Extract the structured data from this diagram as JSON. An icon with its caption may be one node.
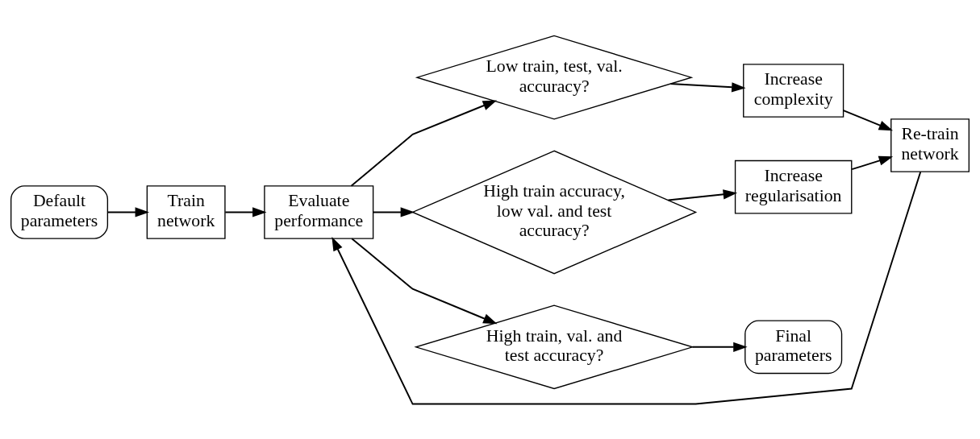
{
  "diagram": {
    "nodes": [
      {
        "text": [
          "Default parameters"
        ]
      },
      {
        "text": [
          "Train network"
        ]
      },
      {
        "text": [
          "Evaluate performance"
        ]
      },
      {
        "text": [
          "Low train, test, val. accuracy?"
        ]
      },
      {
        "text": [
          "High train accuracy, low val. and test accuracy?"
        ]
      },
      {
        "text": [
          "High train, val. and test accuracy?"
        ]
      },
      {
        "text": [
          "Increase complexity"
        ]
      },
      {
        "text": [
          "Increase regularisation"
        ]
      },
      {
        "text": [
          "Final parameters"
        ]
      },
      {
        "text": [
          "Re-train network"
        ]
      }
    ],
    "edges": [
      {
        "from": 0,
        "to": 1,
        "arrow": "to"
      },
      {
        "from": 1,
        "to": 2,
        "arrow": "to"
      },
      {
        "from": 2,
        "to": 3,
        "arrow": "to"
      },
      {
        "from": 2,
        "to": 4,
        "arrow": "to"
      },
      {
        "from": 2,
        "to": 5,
        "arrow": "to"
      },
      {
        "from": 3,
        "to": 6,
        "arrow": "to"
      },
      {
        "from": 4,
        "to": 7,
        "arrow": "to"
      },
      {
        "from": 5,
        "to": 8,
        "arrow": "to"
      },
      {
        "from": 6,
        "to": 9,
        "arrow": "to"
      },
      {
        "from": 7,
        "to": 9,
        "arrow": "to"
      },
      {
        "from": 9,
        "to": 2,
        "arrow": "to"
      }
    ]
  }
}
